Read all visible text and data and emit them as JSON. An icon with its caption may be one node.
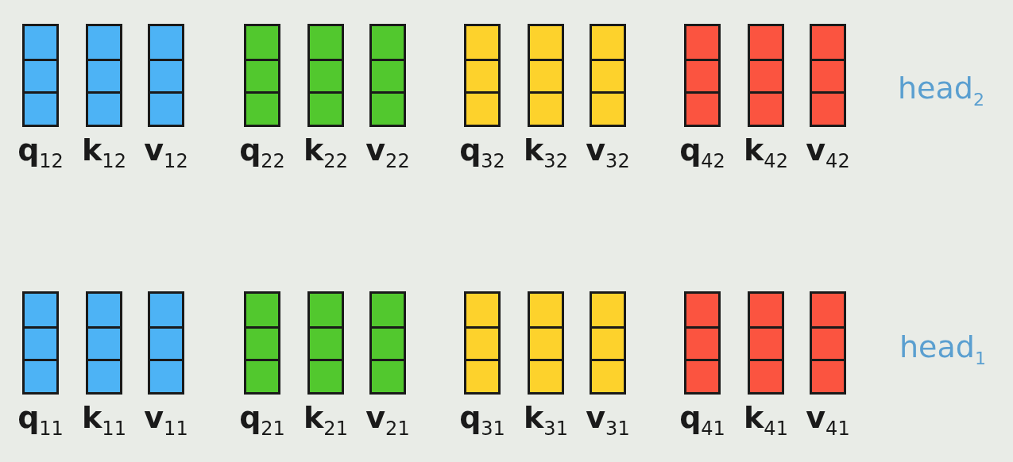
{
  "diagram": {
    "labels": [
      "q$_{12}$",
      "k$_{12}$",
      "v$_{12}$",
      "q$_{22}$",
      "k$_{22}$",
      "v$_{22}$",
      "q$_{32}$",
      "k$_{32}$",
      "v$_{32}$",
      "q$_{42}$",
      "k$_{42}$",
      "v$_{42}$",
      "head$_{2}$",
      "q$_{11}$",
      "k$_{11}$",
      "v$_{11}$",
      "q$_{21}$",
      "k$_{21}$",
      "v$_{21}$",
      "q$_{31}$",
      "k$_{31}$",
      "v$_{31}$",
      "q$_{41}$",
      "k$_{41}$",
      "v$_{41}$",
      "head$_{1}$"
    ]
  }
}
